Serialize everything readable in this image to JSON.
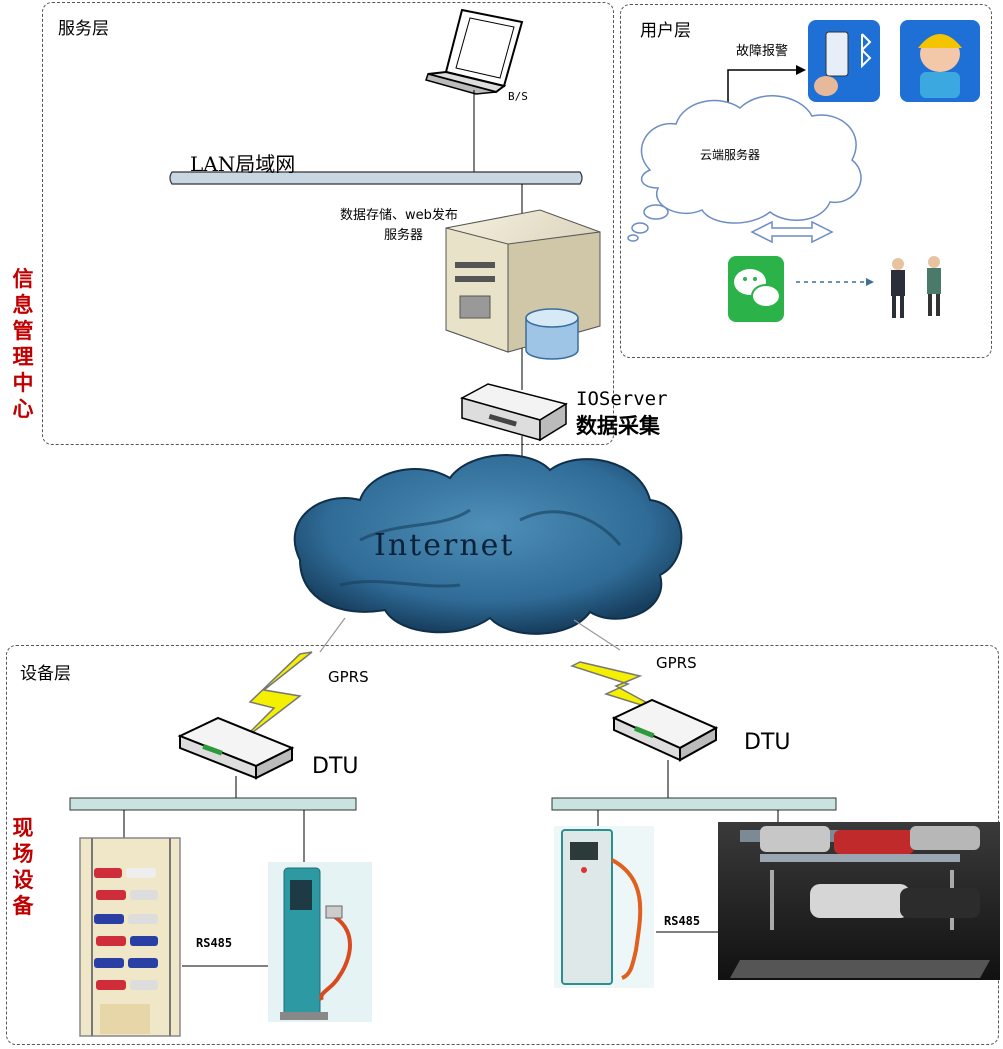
{
  "regions": {
    "service_layer": "服务层",
    "user_layer": "用户层",
    "device_layer": "设备层"
  },
  "side_labels": {
    "info_center": "信息管理中心",
    "field_devices": "现场设备"
  },
  "service": {
    "bs_label": "B/S",
    "lan_label": "LAN局域网",
    "server_label_line1": "数据存储、web发布",
    "server_label_line2": "服务器",
    "ioserver_label": "IOServer",
    "collect_label": "数据采集"
  },
  "user": {
    "fault_alarm": "故障报警",
    "cloud_server": "云端服务器"
  },
  "network": {
    "internet": "Internet",
    "gprs_left": "GPRS",
    "gprs_right": "GPRS"
  },
  "devices": {
    "dtu_left": "DTU",
    "dtu_right": "DTU",
    "rs485_left": "RS485",
    "rs485_right": "RS485"
  },
  "colors": {
    "region_border": "#555555",
    "side_label": "#c00000",
    "bus": "#c9e3e1",
    "cloud": "#2f6b96",
    "lightning": "#f5f000",
    "wechat": "#2bb34a"
  }
}
